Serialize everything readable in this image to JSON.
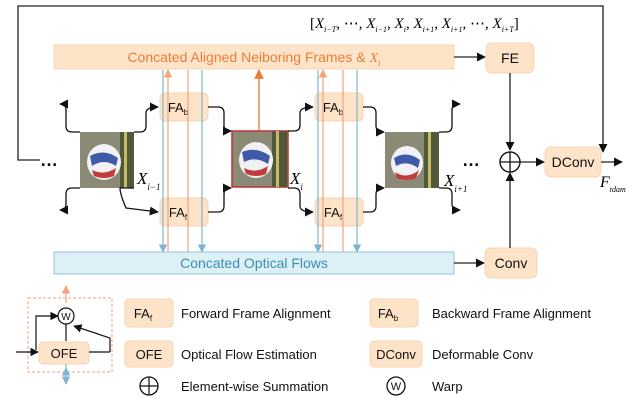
{
  "top_sequence": {
    "open": "[",
    "items": [
      "X",
      "i−T",
      ", ⋯, ",
      "X",
      "i−1",
      ", ",
      "X",
      "i",
      ", ",
      "X",
      "i+1",
      ", ",
      "X",
      "i+1",
      ", ⋯, ",
      "X",
      "i+T"
    ],
    "close": "]"
  },
  "concat_frames": {
    "label": "Concated Aligned Neiboring Frames & ",
    "var": "X",
    "sub": "i"
  },
  "fe_label": "FE",
  "fa_b": {
    "main": "FA",
    "sub": "b"
  },
  "fa_f": {
    "main": "FA",
    "sub": "f"
  },
  "frame_labels": [
    {
      "main": "X",
      "sub": "i−1"
    },
    {
      "main": "X",
      "sub": "i"
    },
    {
      "main": "X",
      "sub": "i+1"
    }
  ],
  "ellipsis": "…",
  "dconv_label": "DConv",
  "output": {
    "main": "F",
    "sub": "tdam"
  },
  "optical_flows_label": "Concated Optical Flows",
  "conv_label": "Conv",
  "legend": {
    "warp_symbol": "W",
    "ofe_label": "OFE",
    "items": [
      {
        "sym_main": "FA",
        "sym_sub": "f",
        "text": "Forward Frame Alignment"
      },
      {
        "sym_main": "FA",
        "sym_sub": "b",
        "text": "Backward Frame Alignment"
      },
      {
        "sym_main": "OFE",
        "sym_sub": "",
        "text": "Optical Flow Estimation"
      },
      {
        "sym_main": "DConv",
        "sym_sub": "",
        "text": "Deformable Conv"
      },
      {
        "sym_main": "⊕",
        "sym_sub": "",
        "text": "Element-wise Summation"
      },
      {
        "sym_main": "W",
        "sym_sub": "",
        "text": "Warp"
      }
    ]
  },
  "colors": {
    "orange_box": "#fde3c8",
    "orange_border": "#f6c79a",
    "orange_text": "#e9803a",
    "blue_box": "#dcf0f6",
    "blue_border": "#8fc6d8",
    "blue_text": "#3a8fb0",
    "fa_box": "#fde3c8",
    "arrow_orange": "#f3a27a",
    "arrow_blue": "#7fb6cf",
    "center_frame_border": "#c0302f"
  }
}
